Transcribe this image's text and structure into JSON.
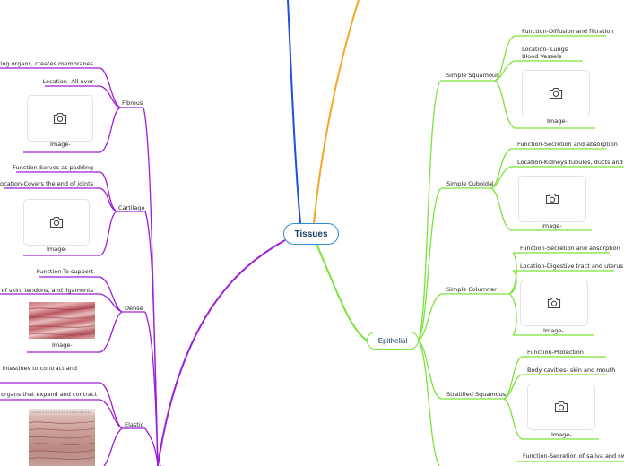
{
  "root": {
    "label": "Tissues"
  },
  "epithelial": {
    "label": "Epithelial"
  },
  "left": {
    "fibrous": {
      "label": "Fibrous",
      "function": "derlying organs, creates membranes",
      "location": "Location- All over",
      "image_label": "Image-"
    },
    "cartilage": {
      "label": "Cartilage",
      "function": "Function-Serves as padding",
      "location": "Location-Covers the end of joints",
      "image_label": "Image-"
    },
    "dense": {
      "label": "Dense",
      "function": "Function-To support",
      "location": "dermis of skin, tendons, and ligaments",
      "image_label": "Image-"
    },
    "elastic": {
      "label": "Elastic",
      "function": "n and intestines to contract and",
      "location": "nd in organs that expand and contract"
    }
  },
  "right": {
    "simple_squamous": {
      "label": "Simple Squamous",
      "function": "Function-Diffusion and filtration",
      "location_line1": "Location- Lungs",
      "location_line2": "Blood Vessels",
      "image_label": "Image-"
    },
    "simple_cuboidal": {
      "label": "Simple Cuboidal",
      "function": "Function-Secretion and absorption",
      "location": "Location-Kidneys tubules, ducts and coverin",
      "image_label": "Image-"
    },
    "simple_columnar": {
      "label": "Simple Columnar",
      "function": "Function-Secretion and absorption",
      "location": "Location-Digestive tract and uterus",
      "image_label": "Image-"
    },
    "stratified_squamous": {
      "label": "Stratified Squamous,",
      "function": "Function-Protection",
      "location": "Body cavities- skin and mouth",
      "image_label": "Image-"
    },
    "partial": {
      "function": "Function-Secretion of saliva and swea"
    }
  },
  "colors": {
    "root_border": "#2e8bcb",
    "left_branch": "#9b1fd6",
    "right_branch": "#7be33a",
    "top_blue": "#1f4fd8",
    "top_orange": "#f5a623"
  },
  "icons": {
    "image_placeholder": "camera-icon"
  }
}
